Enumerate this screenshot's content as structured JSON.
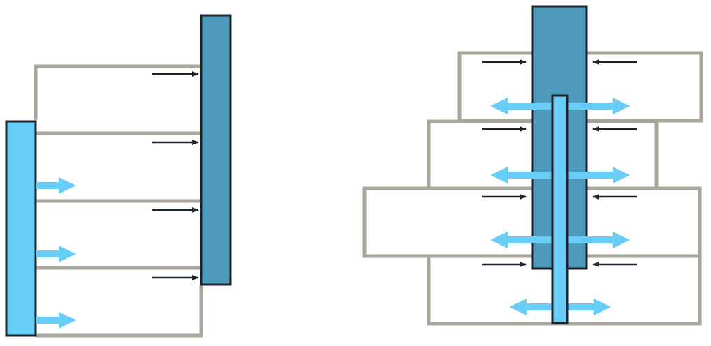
{
  "colors": {
    "background": "#ffffff",
    "frame": "#aaa59a",
    "dark_column": "#4f9bbd",
    "light_column": "#68cdf6",
    "outline": "#1c232b",
    "arrow_dark": "#1c232b",
    "arrow_light": "#68cdf6"
  },
  "left_figure": {
    "blocks": 4,
    "dark_arrows": 4,
    "light_arrows": 3,
    "arrow_direction": "right"
  },
  "right_figure": {
    "blocks": 4,
    "dark_arrows_per_side": 4,
    "double_arrows": 4,
    "arrow_direction": "inward"
  }
}
